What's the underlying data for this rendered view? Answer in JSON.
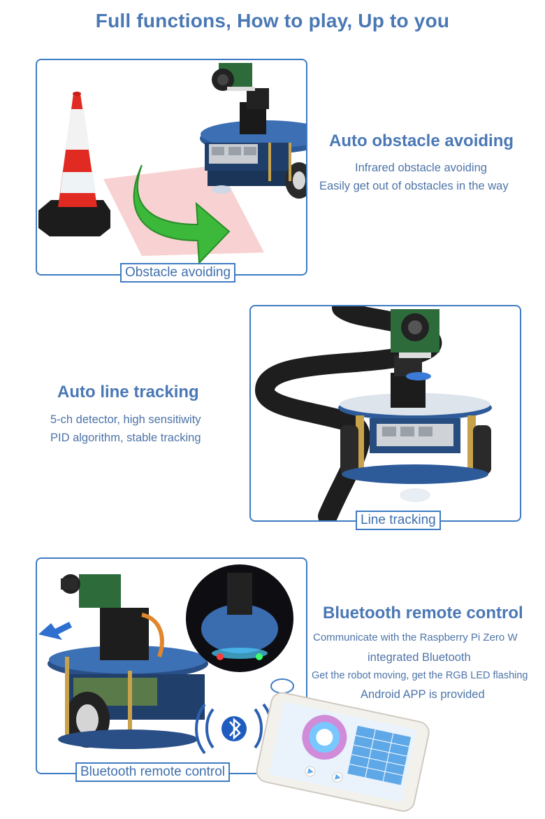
{
  "headline": "Full functions, How to play, Up to you",
  "sections": [
    {
      "caption": "Obstacle avoiding",
      "title": "Auto obstacle avoiding",
      "lines": [
        "Infrared obstacle avoiding",
        "Easily get out of obstacles in the way"
      ]
    },
    {
      "caption": "Line tracking",
      "title": "Auto line tracking",
      "lines": [
        "5-ch detector, high sensitiwity",
        "PID algorithm, stable tracking"
      ]
    },
    {
      "caption": "Bluetooth remote control",
      "title": "Bluetooth remote control",
      "lines": [
        "Communicate with the Raspberry Pi Zero W",
        "integrated Bluetooth",
        "Get the robot moving, get the RGB LED flashing",
        "Android APP is provided"
      ]
    }
  ],
  "icons": [
    "traffic-cone-icon",
    "green-arrow-icon",
    "robot-car-icon",
    "camera-icon",
    "bluetooth-icon",
    "smartphone-icon"
  ]
}
